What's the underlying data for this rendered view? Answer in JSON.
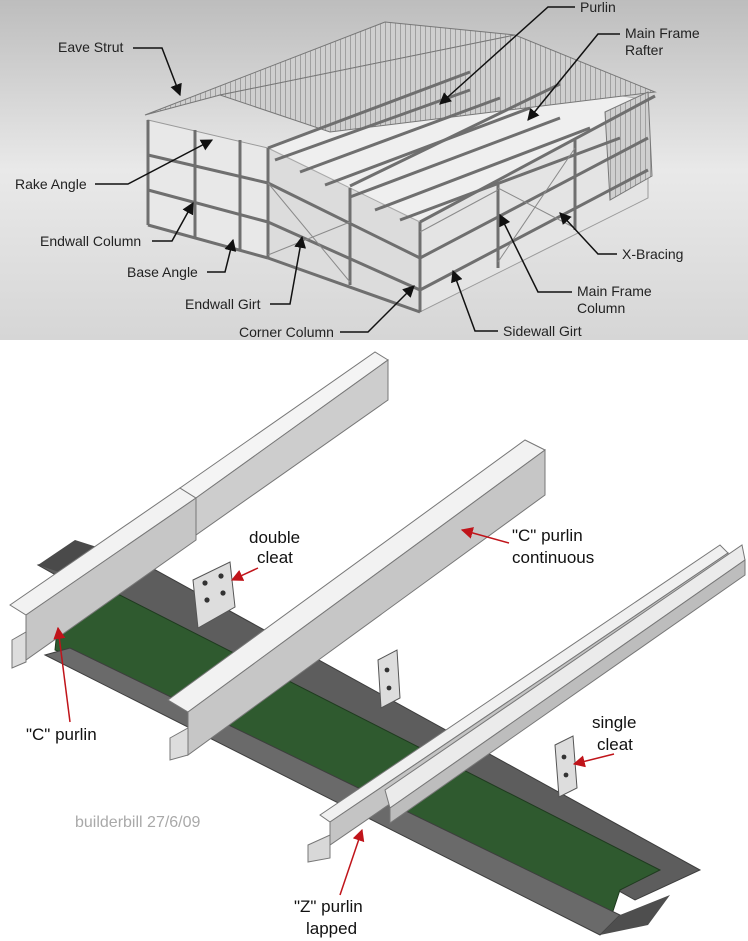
{
  "top_labels": {
    "purlin": "Purlin",
    "main_frame_rafter_1": "Main Frame",
    "main_frame_rafter_2": "Rafter",
    "eave_strut": "Eave Strut",
    "rake_angle": "Rake Angle",
    "endwall_column": "Endwall Column",
    "base_angle": "Base Angle",
    "endwall_girt": "Endwall Girt",
    "corner_column": "Corner Column",
    "x_bracing": "X-Bracing",
    "main_frame_column_1": "Main Frame",
    "main_frame_column_2": "Column",
    "sidewall_girt": "Sidewall Girt"
  },
  "bottom_labels": {
    "double_cleat_1": "double",
    "double_cleat_2": "cleat",
    "c_purlin_cont_1": "\"C\" purlin",
    "c_purlin_cont_2": "continuous",
    "c_purlin": "\"C\" purlin",
    "single_cleat_1": "single",
    "single_cleat_2": "cleat",
    "z_purlin_1": "\"Z\" purlin",
    "z_purlin_2": "lapped",
    "watermark": "builderbill 27/6/09"
  },
  "colors": {
    "panel_bg": "#cfcfcf",
    "steel_light": "#e6e6e6",
    "steel_mid": "#bdbdbd",
    "beam_dark": "#606060",
    "web_green": "#2f5a2f",
    "arrow_red": "#c0141a"
  }
}
